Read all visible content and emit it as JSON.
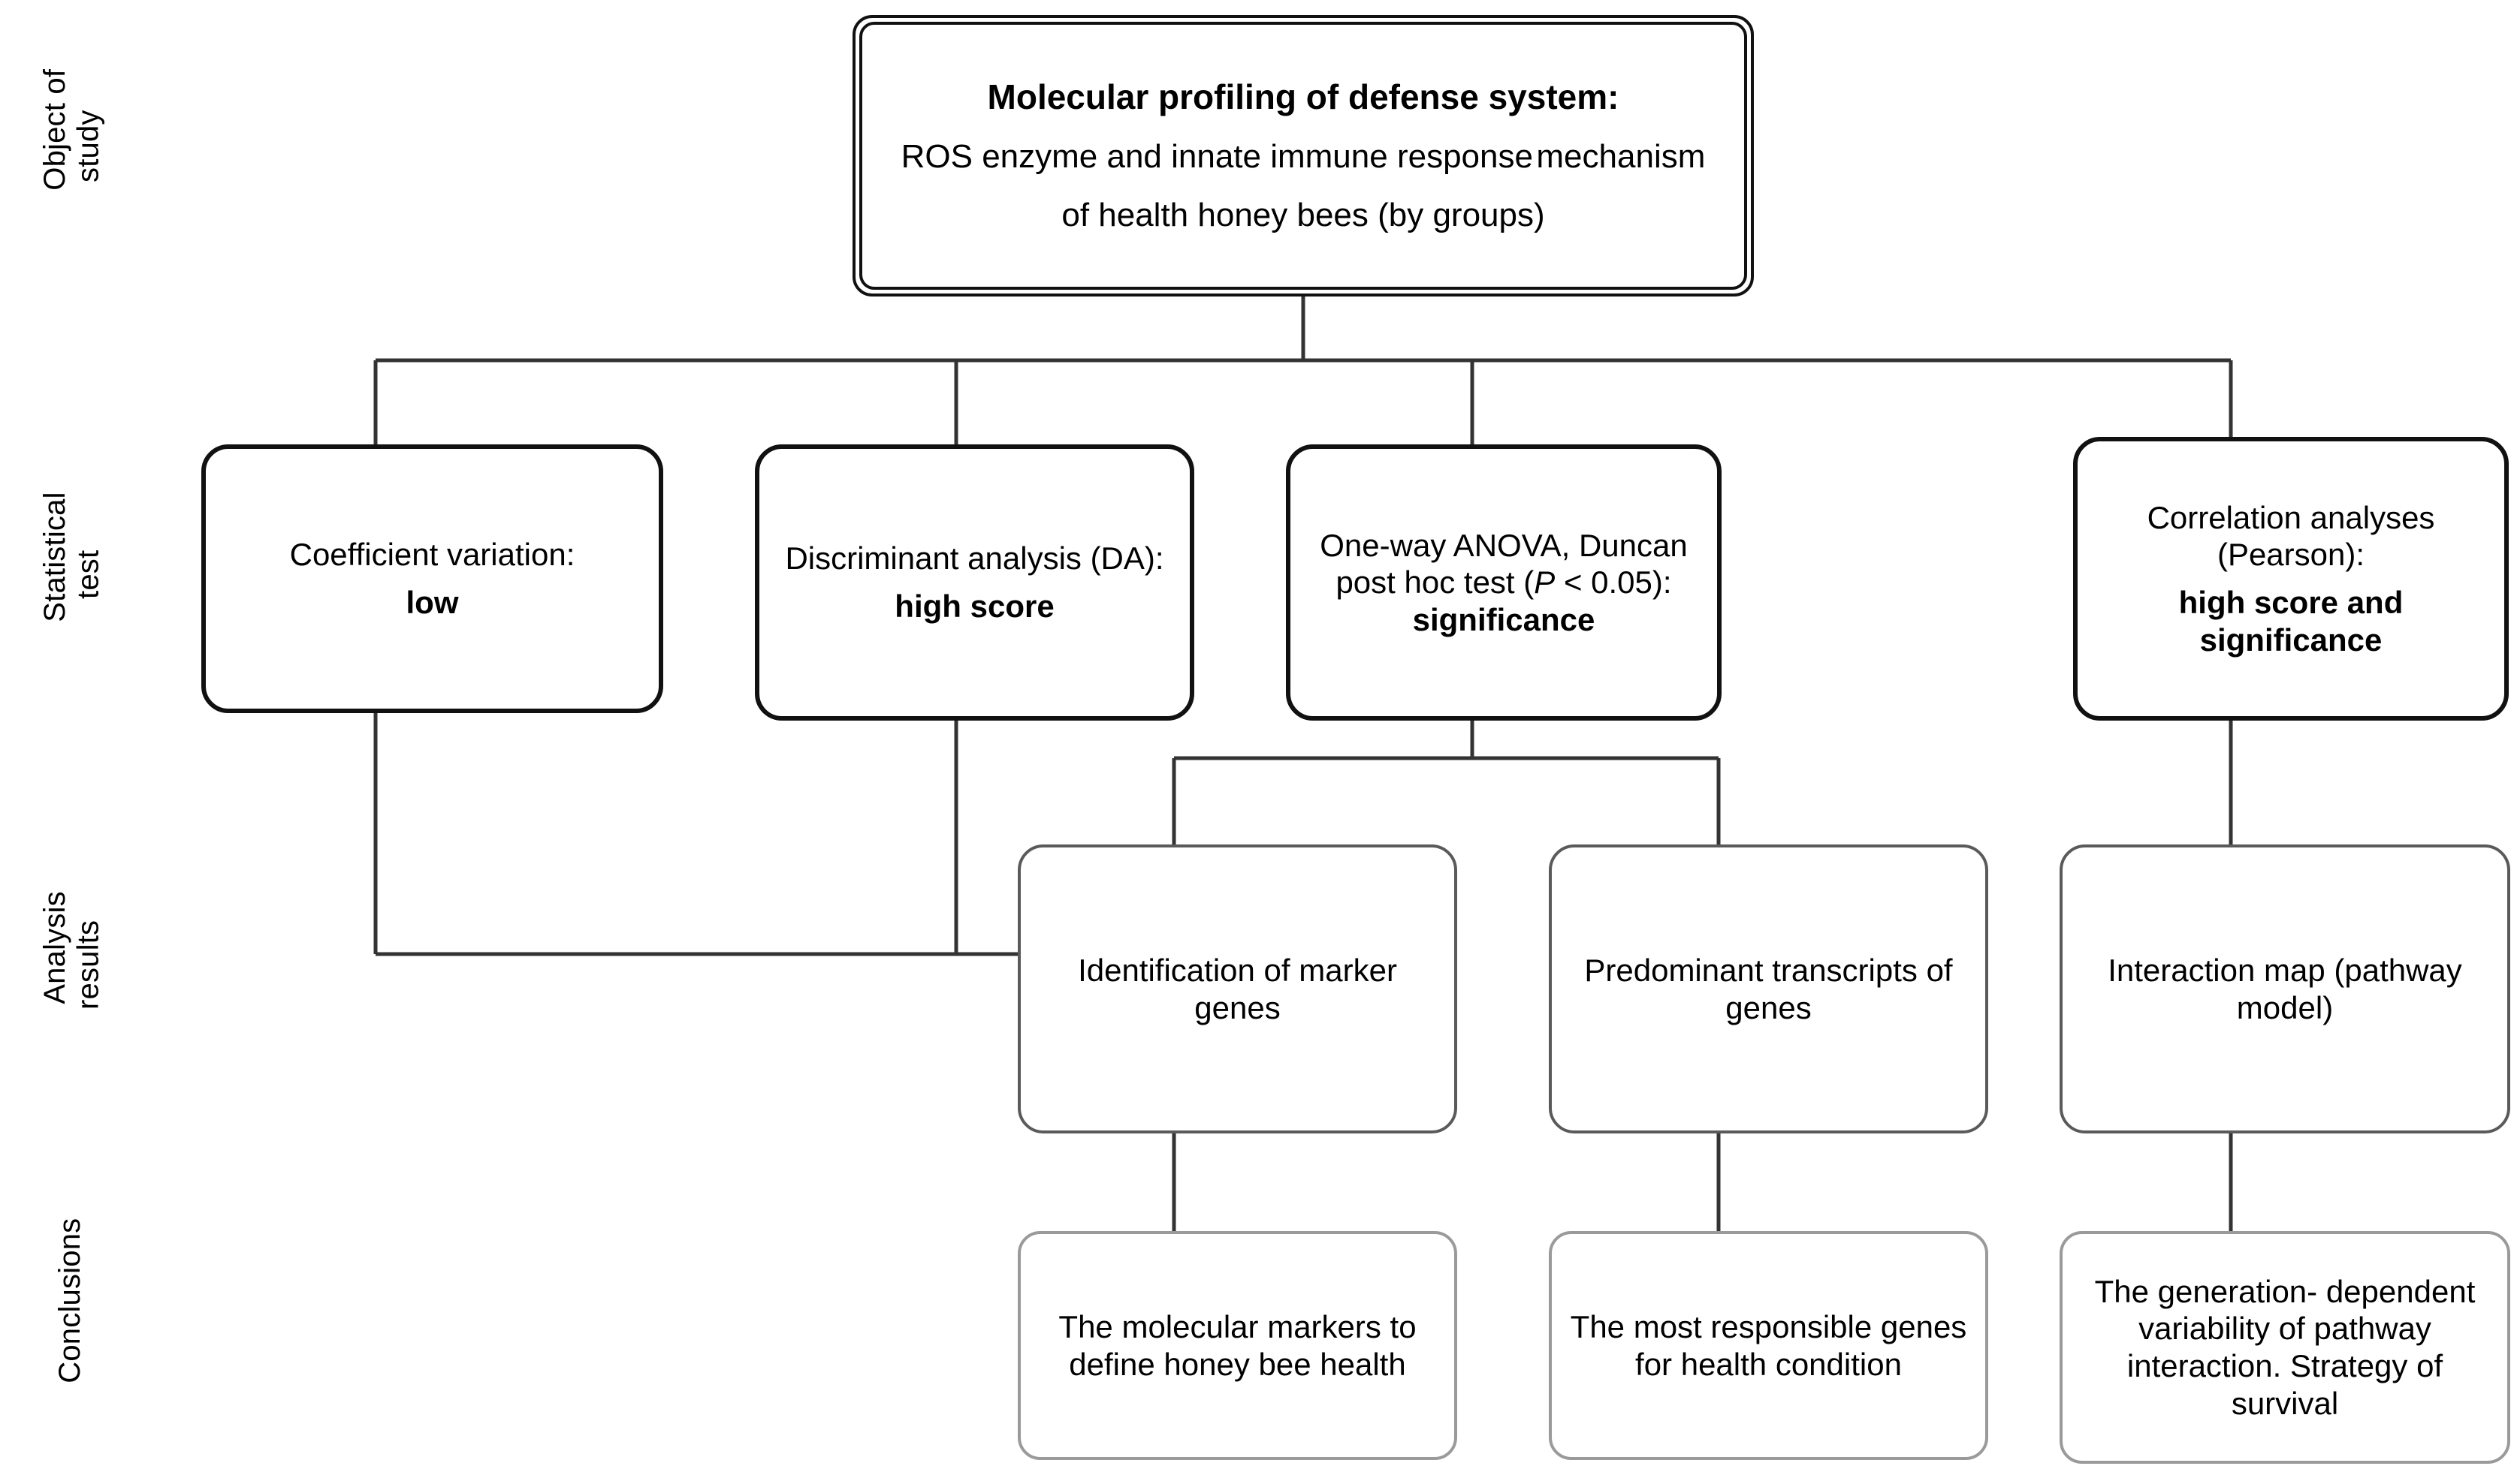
{
  "diagram": {
    "title": "Molecular profiling of defense system study design flowchart",
    "background": "#ffffff",
    "colors": {
      "ink": "#000000",
      "stat_border": "#111111",
      "analysis_border": "#5a5a5a",
      "conclusion_border": "#9a9a9a",
      "wire": "#333333"
    }
  },
  "rows": [
    {
      "id": "object-of-study",
      "label": "Object of\nstudy"
    },
    {
      "id": "statistical-test",
      "label": "Statistical\ntest"
    },
    {
      "id": "analysis-results",
      "label": "Analysis\nresults"
    },
    {
      "id": "conclusions",
      "label": "Conclusions"
    }
  ],
  "object_of_study": {
    "line1": "Molecular profiling of defense system:",
    "line2": "ROS enzyme and innate immune response",
    "line3": "mechanism",
    "line4": "of health honey bees  (by groups)"
  },
  "statistical_test": {
    "coefficient_variation": {
      "line1": "Coefficient variation:",
      "line2": "low"
    },
    "discriminant_analysis": {
      "line1": "Discriminant",
      "line2": "analysis (DA):",
      "line3": "high score"
    },
    "anova": {
      "line1": "One-way ANOVA,",
      "line2": "Duncan post hoc",
      "line3_pre": "test (",
      "line3_italic": "P",
      "line3_post": " < 0.05):",
      "line4": "significance"
    },
    "correlation": {
      "line1": "Correlation",
      "line2": "analyses (Pearson):",
      "line3": "high score and",
      "line4": "significance"
    }
  },
  "analysis_results": {
    "marker_genes": {
      "line1": "Identification of",
      "line2": "marker genes"
    },
    "predominant_transcripts": {
      "line1": "Predominant",
      "line2": "transcripts of genes"
    },
    "interaction_map": {
      "line1": "Interaction map",
      "line2": "(pathway model)"
    }
  },
  "conclusions": {
    "molecular_markers": {
      "line1": "The molecular",
      "line2": "markers to define",
      "line3": "honey bee health"
    },
    "responsible_genes": {
      "line1": "The most",
      "line2": "responsible genes",
      "line3": "for health condition"
    },
    "pathway_variability": {
      "line1": "The generation-",
      "line2": "dependent",
      "line3": "variability of",
      "line4": "pathway interaction.",
      "line5": "Strategy of survival"
    }
  }
}
